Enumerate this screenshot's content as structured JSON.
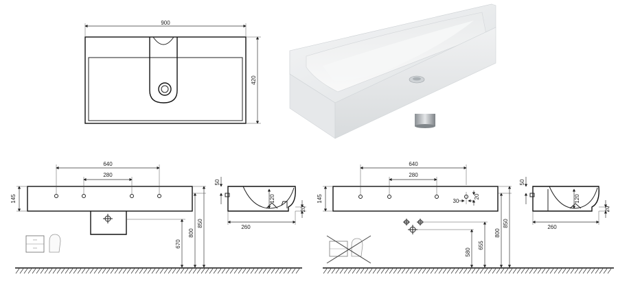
{
  "top_view": {
    "width": "900",
    "depth": "420"
  },
  "front_left": {
    "hole_span_outer": "640",
    "hole_span_inner": "280",
    "height": "145",
    "floor_670": "670",
    "floor_800": "800",
    "floor_850": "850"
  },
  "side_left": {
    "dim_50": "50",
    "dim_120": "120",
    "dim_20": "20",
    "dim_260": "260"
  },
  "front_right": {
    "hole_span_outer": "640",
    "hole_span_inner": "280",
    "height": "145",
    "dim_30": "30",
    "dim_20": "20",
    "floor_580": "580",
    "floor_655": "655",
    "floor_800": "800",
    "floor_850": "850"
  },
  "side_right": {
    "dim_50": "50",
    "dim_120": "120",
    "dim_20": "20",
    "dim_260": "260"
  },
  "colors": {
    "line": "#222222",
    "ceramic": "#eef0f1"
  }
}
